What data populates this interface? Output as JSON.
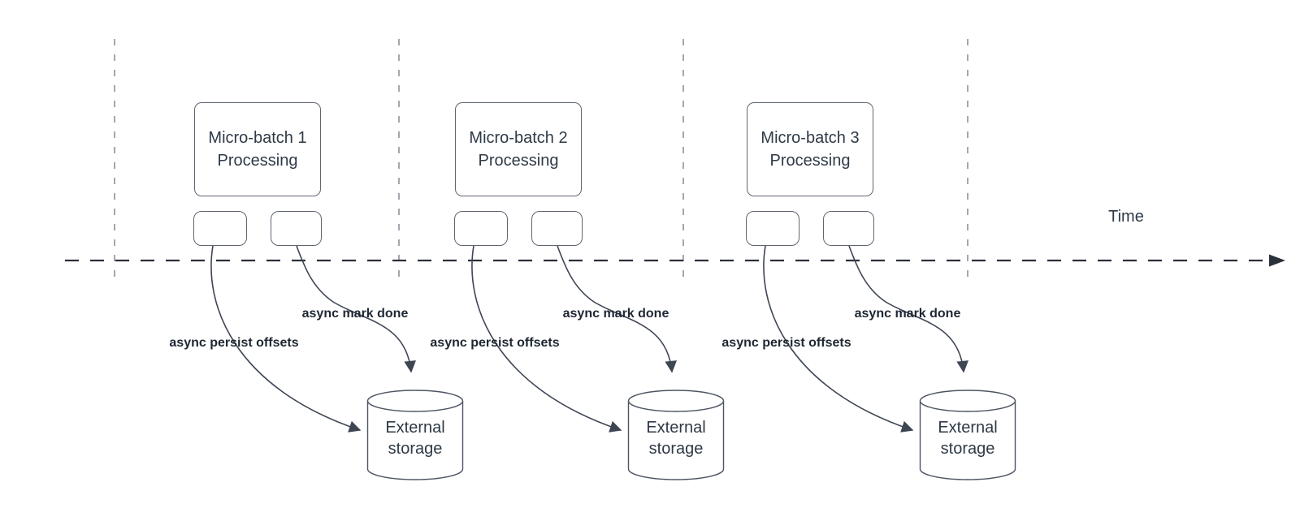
{
  "diagram": {
    "time_axis": {
      "label": "Time"
    },
    "groups": [
      {
        "batch_label": "Micro-batch 1\nProcessing",
        "persist_annotation": "async persist offsets",
        "mark_done_annotation": "async mark done",
        "storage_label": "External\nstorage"
      },
      {
        "batch_label": "Micro-batch 2\nProcessing",
        "persist_annotation": "async persist offsets",
        "mark_done_annotation": "async mark done",
        "storage_label": "External\nstorage"
      },
      {
        "batch_label": "Micro-batch 3\nProcessing",
        "persist_annotation": "async persist offsets",
        "mark_done_annotation": "async mark done",
        "storage_label": "External\nstorage"
      }
    ],
    "colors": {
      "background": "#ffffff",
      "shape_stroke": "#5f6672",
      "shape_text": "#2f3a47",
      "annotation_text": "#1f2733",
      "connector": "#3e4654",
      "timeline": "#2b303a",
      "guide_line": "#a6a6ae"
    }
  }
}
